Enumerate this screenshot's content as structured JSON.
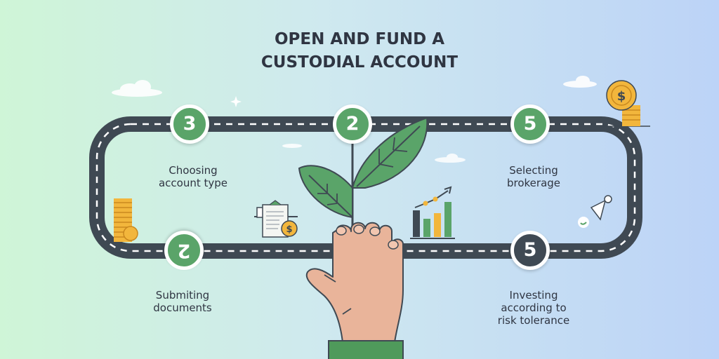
{
  "title_lines": [
    "OPEN AND FUND A",
    "CUSTODIAL ACCOUNT"
  ],
  "steps": [
    {
      "number": "3",
      "label_lines": [
        "Choosing",
        "account type"
      ]
    },
    {
      "number": "2",
      "label_lines": [],
      "note": "center badge on plant stem"
    },
    {
      "number": "5",
      "label_lines": [
        "Selecting",
        "brokerage"
      ]
    },
    {
      "number": "2",
      "label_lines": [
        "Submiting",
        "documents"
      ]
    },
    {
      "number": "5",
      "label_lines": [
        "Investing",
        "according to",
        "risk tolerance"
      ]
    }
  ],
  "icons": {
    "coin_symbol": "$",
    "names": [
      "coin-stack-icon",
      "document-icon",
      "bar-chart-icon",
      "telescope-icon",
      "phone-icon",
      "cloud-icon",
      "sparkle-icon",
      "plant-icon",
      "hand-icon"
    ]
  },
  "colors": {
    "road": "#3f4953",
    "leaf": "#5aa469",
    "badge_green": "#5aa469",
    "badge_dark": "#3f4953",
    "coin": "#f2b63c",
    "skin": "#e9b49a",
    "sleeve": "#4f9a5b",
    "text": "#2f3542"
  }
}
